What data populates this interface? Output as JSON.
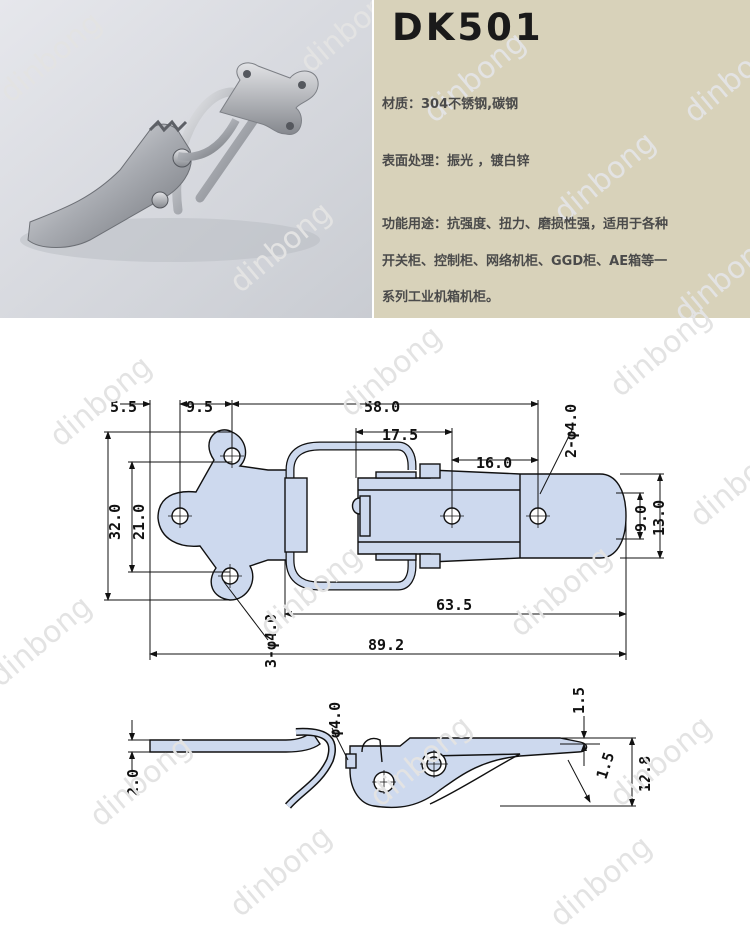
{
  "model": "DK501",
  "specs": {
    "material": "材质：304不锈钢,碳钢",
    "surface": "表面处理：振光 ，镀白锌",
    "function_line1": "功能用途：抗强度、扭力、磨损性强，适用于各种",
    "function_line2": "开关柜、控制柜、网络机柜、GGD柜、AE箱等一",
    "function_line3": "系列工业机箱机柜。"
  },
  "watermark": "dinbong",
  "colors": {
    "info_bg": "#d8d2ba",
    "part_fill": "#cdd9ee",
    "line": "#111111"
  },
  "dimensions": {
    "d_5_5": "5.5",
    "d_9_5": "9.5",
    "d_58_0": "58.0",
    "d_17_5": "17.5",
    "d_16_0": "16.0",
    "d_2_phi4": "2-φ4.0",
    "d_32_0": "32.0",
    "d_21_0": "21.0",
    "d_9_0": "9.0",
    "d_13_0": "13.0",
    "d_3_phi4": "3-φ4.0",
    "d_63_5": "63.5",
    "d_89_2": "89.2",
    "d_phi4": "φ4.0",
    "d_1_5_top": "1.5",
    "d_1_5_slant": "1.5",
    "d_2_0": "2.0",
    "d_12_8": "12.8"
  }
}
